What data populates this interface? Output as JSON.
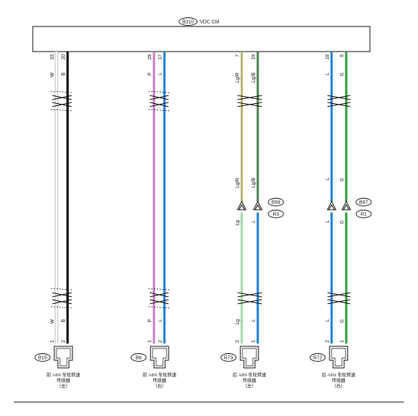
{
  "module": {
    "id": "B310",
    "name": "VDC CM"
  },
  "wires": [
    {
      "pin_top": "33",
      "color_top": "W",
      "color_bottom": "W",
      "pin_bottom": "1",
      "hex": "#ffffff",
      "hex2": null
    },
    {
      "pin_top": "20",
      "color_top": "B",
      "color_bottom": "B",
      "pin_bottom": "2",
      "hex": "#000000",
      "hex2": null
    },
    {
      "pin_top": "29",
      "color_top": "P",
      "color_bottom": "P",
      "pin_bottom": "1",
      "hex": "#e88ee0",
      "hex2": null
    },
    {
      "pin_top": "17",
      "color_top": "L",
      "color_bottom": "L",
      "pin_bottom": "2",
      "hex": "#1a7fd4",
      "hex2": null
    },
    {
      "pin_top": "7",
      "color_top": "Lg/R",
      "color_mid": "Lg/R",
      "color_bottom": "Lg",
      "pin_bottom": "2",
      "hex": "#a3d9a0",
      "hex2": "#d97d2b"
    },
    {
      "pin_top": "19",
      "color_top": "Lg/B",
      "color_mid": "Lg/B",
      "color_bottom": "L",
      "pin_bottom": "1",
      "hex": "#4c7f4c",
      "hex2": "#1a7fd4"
    },
    {
      "pin_top": "18",
      "color_top": "L",
      "color_mid": "L",
      "color_bottom": "L",
      "pin_bottom": "2",
      "hex": "#1a7fd4",
      "hex2": null
    },
    {
      "pin_top": "5",
      "color_top": "G",
      "color_mid": "G",
      "color_bottom": "G",
      "pin_bottom": "1",
      "hex": "#2e9e3a",
      "hex2": null
    }
  ],
  "junctions": [
    {
      "top": "B99",
      "bottom": "R3"
    },
    {
      "top": "B97",
      "bottom": "R1"
    }
  ],
  "sensors": [
    {
      "connector": "B15",
      "caption_line1": "前 ABS 车轮转速",
      "caption_line2": "传感器",
      "caption_line3": "（左）"
    },
    {
      "connector": "B6",
      "caption_line1": "前 ABS 车轮转速",
      "caption_line2": "传感器",
      "caption_line3": "（右）"
    },
    {
      "connector": "R73",
      "caption_line1": "后 ABS 车轮转速",
      "caption_line2": "传感器",
      "caption_line3": "（左）"
    },
    {
      "connector": "R72",
      "caption_line1": "后 ABS 车轮转速",
      "caption_line2": "传感器",
      "caption_line3": "（右）"
    }
  ]
}
